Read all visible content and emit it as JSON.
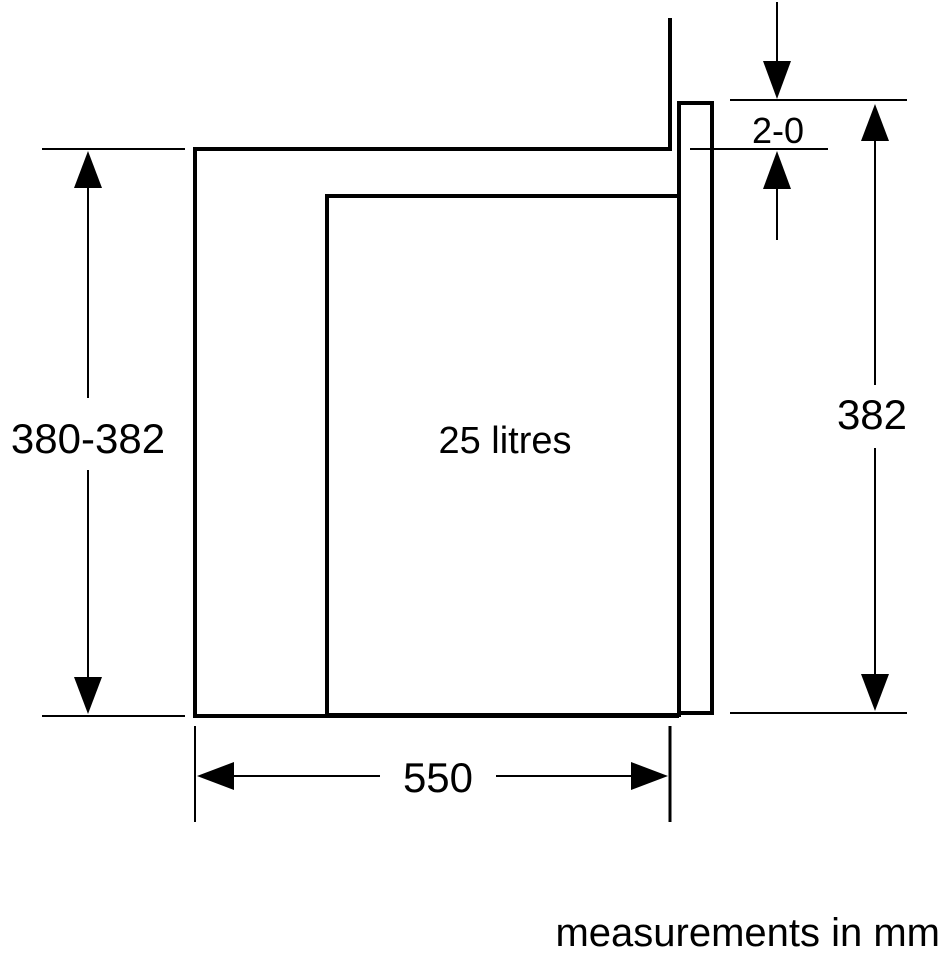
{
  "dimensions": {
    "height_left": "380-382",
    "height_right": "382",
    "gap_top": "2-0",
    "depth": "550"
  },
  "volume_label": "25 litres",
  "units_note": "measurements in mm",
  "colors": {
    "line": "#000000",
    "background": "#ffffff"
  }
}
